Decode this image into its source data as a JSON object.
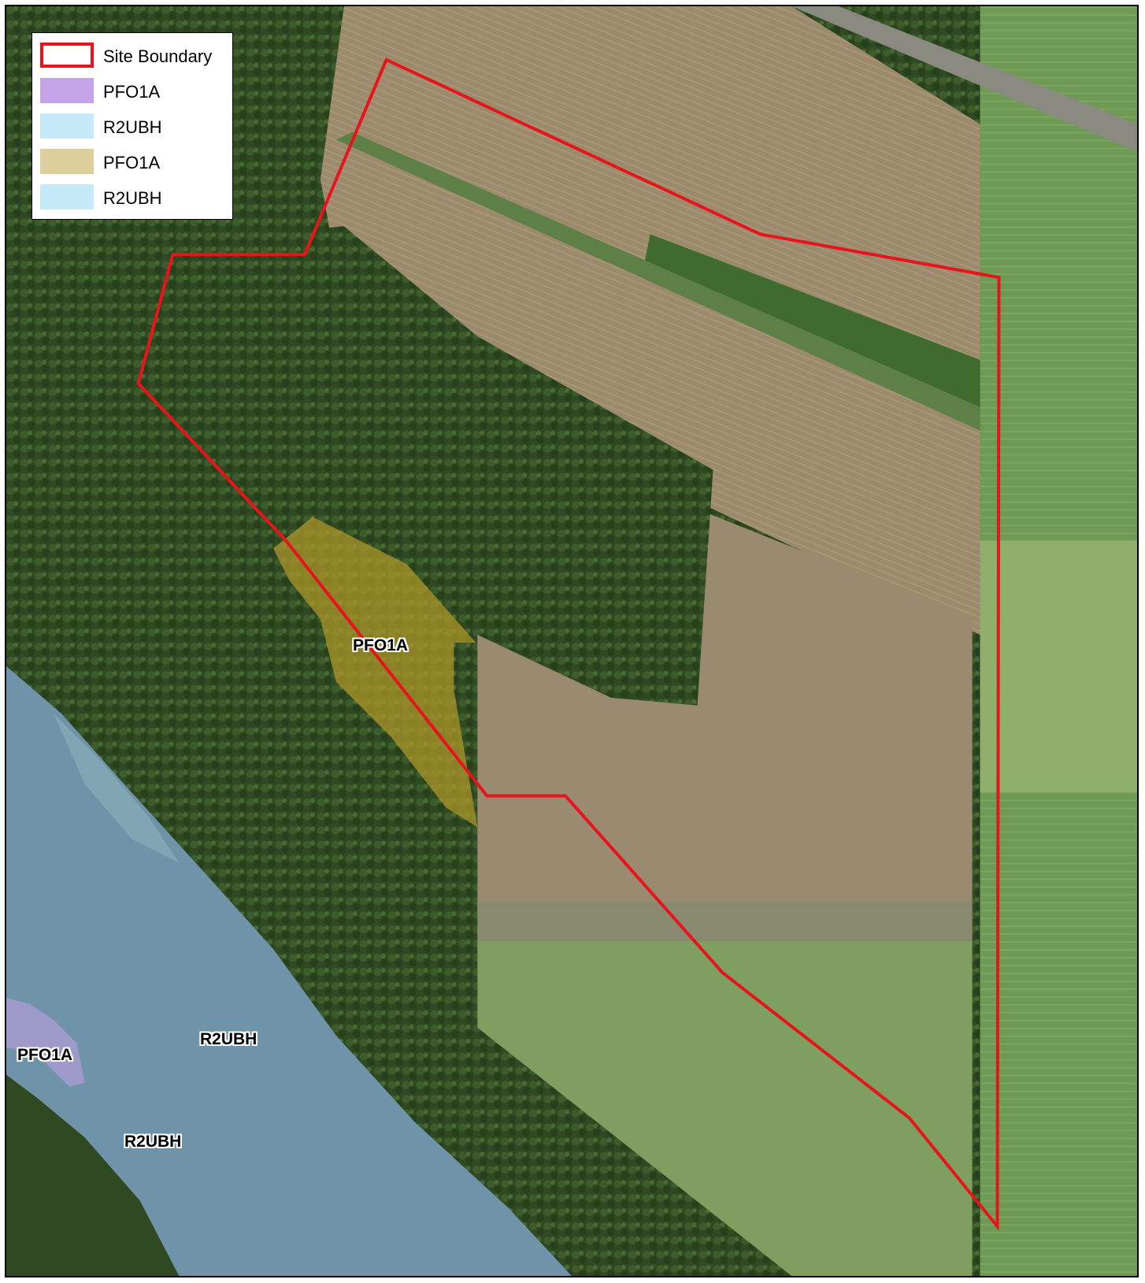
{
  "legend": {
    "items": [
      {
        "label": "Site Boundary",
        "type": "outline",
        "color": "#e8141c"
      },
      {
        "label": "PFO1A",
        "type": "fill",
        "color": "#c4a3e6"
      },
      {
        "label": "R2UBH",
        "type": "fill",
        "color": "#c6eaf7"
      },
      {
        "label": "PFO1A",
        "type": "fill",
        "color": "#ddcf9c"
      },
      {
        "label": "R2UBH",
        "type": "fill",
        "color": "#c6eaf7"
      }
    ]
  },
  "map_labels": {
    "wetland_center": "PFO1A",
    "river_upper": "R2UBH",
    "wetland_river": "PFO1A",
    "river_lower": "R2UBH"
  },
  "colors": {
    "boundary": "#e8141c",
    "forest": "#2f4a22",
    "field_tilled": "#9c8a6d",
    "field_green": "#6f9a55",
    "river": "#6f93a8",
    "wetland_pfo": "#a08a2a"
  }
}
